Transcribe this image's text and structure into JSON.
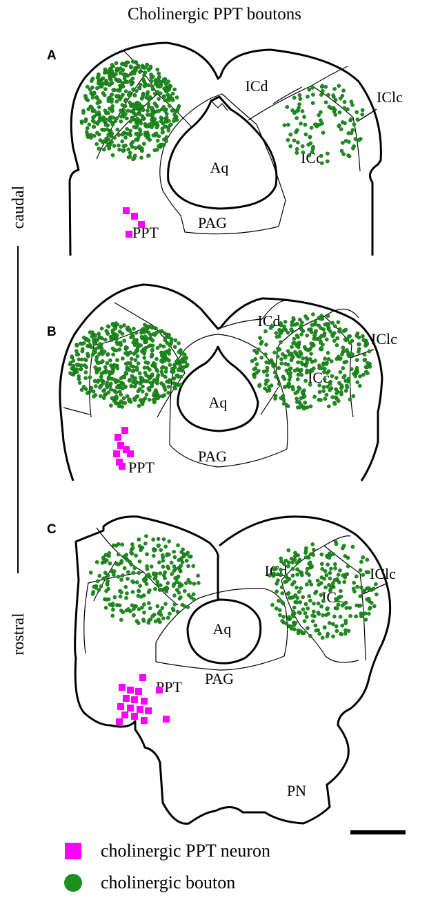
{
  "title": "Cholinergic PPT boutons",
  "axis": {
    "top_label": "caudal",
    "bottom_label": "rostral"
  },
  "panels": [
    {
      "letter": "A",
      "regions": {
        "icd": "ICd",
        "icc": "ICc",
        "iclc": "IClc",
        "aq": "Aq",
        "pag": "PAG",
        "ppt": "PPT"
      }
    },
    {
      "letter": "B",
      "regions": {
        "icd": "ICd",
        "icc": "ICc",
        "iclc": "IClc",
        "aq": "Aq",
        "pag": "PAG",
        "ppt": "PPT"
      }
    },
    {
      "letter": "C",
      "regions": {
        "icd": "ICd",
        "icc": "ICc",
        "iclc": "IClc",
        "aq": "Aq",
        "pag": "PAG",
        "ppt": "PPT",
        "pn": "PN"
      }
    }
  ],
  "legend": {
    "neuron_label": "cholinergic PPT neuron",
    "bouton_label": "cholinergic bouton"
  },
  "colors": {
    "neuron": "#ff00ff",
    "bouton": "#1e8f1e",
    "bouton_stroke": "#0b5a0b",
    "outline": "#000000"
  }
}
